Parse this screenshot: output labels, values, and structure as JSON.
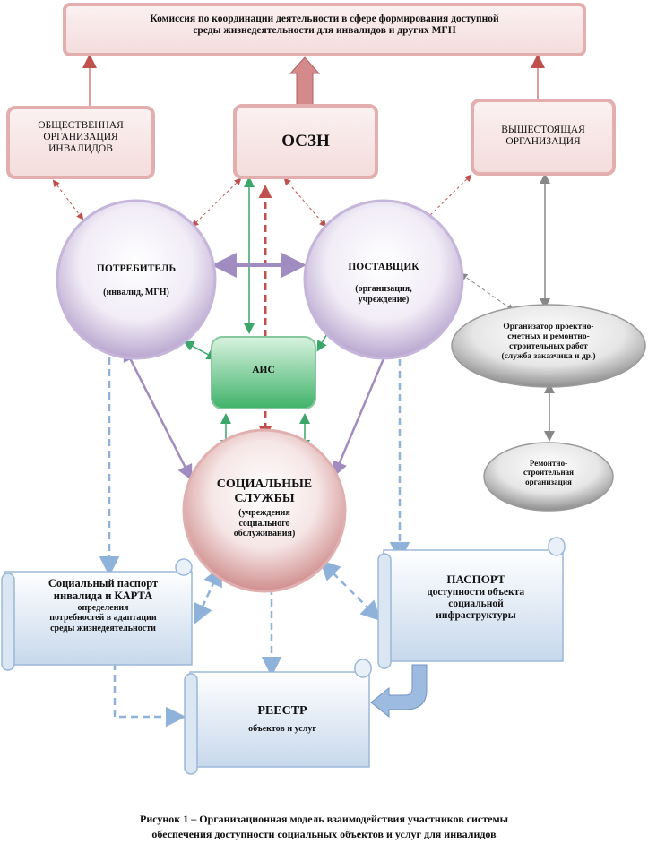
{
  "commission": {
    "line1": "Комиссия по координации деятельности в сфере формирования доступной",
    "line2": "среды жизнедеятельности для инвалидов и других МГН"
  },
  "public_org": {
    "line1": "ОБЩЕСТВЕННАЯ",
    "line2": "ОРГАНИЗАЦИЯ",
    "line3": "ИНВАЛИДОВ"
  },
  "oszn": {
    "label": "ОСЗН"
  },
  "higher_org": {
    "line1": "ВЫШЕСТОЯЩАЯ",
    "line2": "ОРГАНИЗАЦИЯ"
  },
  "consumer": {
    "title": "ПОТРЕБИТЕЛЬ",
    "subtitle": "(инвалид, МГН)"
  },
  "supplier": {
    "title": "ПОСТАВЩИК",
    "subtitle1": "(организация,",
    "subtitle2": "учреждение)"
  },
  "ais": {
    "label": "АИС"
  },
  "organizer": {
    "line1": "Организатор проектно-",
    "line2": "сметных и ремонтно-",
    "line3": "строительных  работ",
    "line4": "(служба заказчика и др.)"
  },
  "repair_org": {
    "line1": "Ремонтно-",
    "line2": "строительная",
    "line3": "организация"
  },
  "social_services": {
    "title1": "СОЦИАЛЬНЫЕ",
    "title2": "СЛУЖБЫ",
    "sub1": "(учреждения",
    "sub2": "социального",
    "sub3": "обслуживания)"
  },
  "social_passport": {
    "line1": "Социальный  паспорт",
    "line2": "инвалида  и КАРТА",
    "line3": "определения",
    "line4": "потребностей в адаптации",
    "line5": "среды жизнедеятельности"
  },
  "passport": {
    "line1": "ПАСПОРТ",
    "line2": "доступности объекта",
    "line3": "социальной",
    "line4": "инфраструктуры"
  },
  "registry": {
    "title": "РЕЕСТР",
    "subtitle": "объектов и услуг"
  },
  "caption": {
    "line1": "Рисунок 1 – Организационная  модель взаимодействия участников системы",
    "line2": "обеспечения доступности социальных объектов и услуг для инвалидов"
  }
}
